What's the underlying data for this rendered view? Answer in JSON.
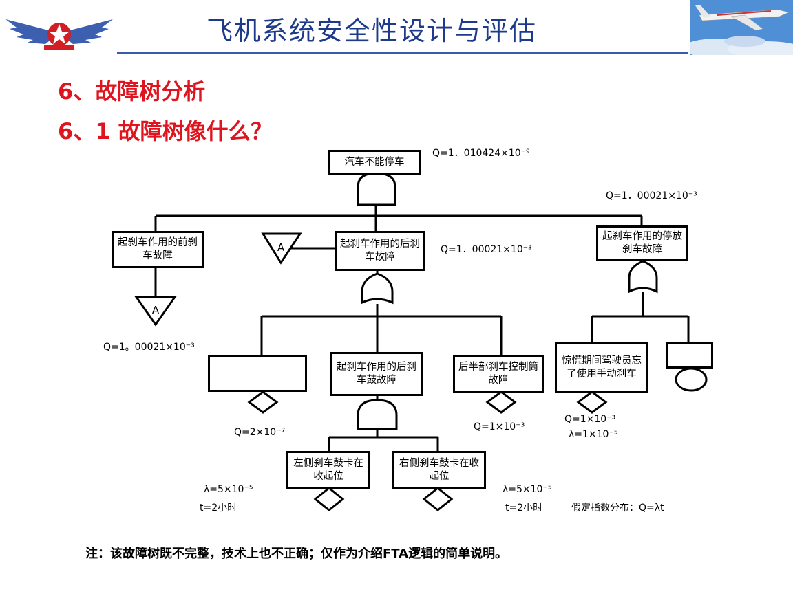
{
  "header": {
    "title": "飞机系统安全性设计与评估",
    "logo_icon": "wings-star-emblem-icon",
    "photo_icon": "airliner-in-sky-photo-icon"
  },
  "headings": {
    "section": "6、故障树分析",
    "subsection": "6、1 故障树像什么？"
  },
  "tree": {
    "top_event": "汽车不能停车",
    "q_top": "Q=1．010424×10⁻⁹",
    "front_brake": "起刹车作用的前刹车故障",
    "rear_brake": "起刹车作用的后刹车故障",
    "park_brake": "起刹车作用的停放刹车故障",
    "q_rear": "Q=1．00021×10⁻³",
    "q_park": "Q=1．00021×10⁻³",
    "q_front": "Q=1。00021×10⁻³",
    "transfer_label": "A",
    "rear_drum": "起刹车作用的后刹车鼓故障",
    "rear_half_control": "后半部刹车控制筒故障",
    "q_blank": "Q=2×10⁻⁷",
    "q_control": "Q=1×10⁻³",
    "left_drum": "左侧刹车鼓卡在收起位",
    "right_drum": "右侧刹车鼓卡在收起位",
    "lambda_left": "λ=5×10⁻⁵",
    "t_left": "t=2小时",
    "lambda_right": "λ=5×10⁻⁵",
    "t_right": "t=2小时",
    "assumption": "假定指数分布：Q=λt",
    "driver_panic": "惊慌期间驾驶员忘了使用手动刹车",
    "q_driver": "Q=1×10⁻³",
    "lambda_driver": "λ=1×10⁻⁵"
  },
  "note": "注：该故障树既不完整，技术上也不正确；仅作为介绍FTA逻辑的简单说明。",
  "colors": {
    "heading": "#e0141e",
    "title": "#1e3a8a",
    "rule": "#3a5ca8"
  }
}
